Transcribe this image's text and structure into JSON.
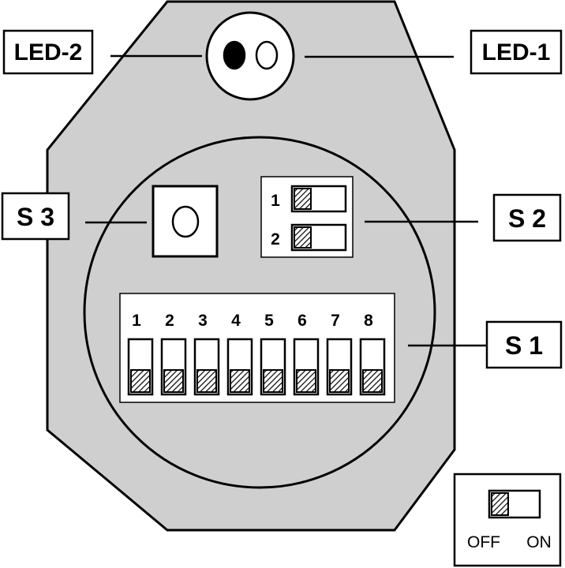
{
  "colors": {
    "housing": "#cfcfcf",
    "stroke": "#000000",
    "background": "#ffffff",
    "led_on": "#000000",
    "led_off": "#ffffff"
  },
  "callouts": {
    "led2": "LED-2",
    "led1": "LED-1",
    "s3": "S 3",
    "s2": "S 2",
    "s1": "S 1"
  },
  "s2": {
    "switches": [
      {
        "label": "1",
        "state": "OFF"
      },
      {
        "label": "2",
        "state": "OFF"
      }
    ]
  },
  "s1": {
    "switches": [
      {
        "label": "1",
        "state": "OFF"
      },
      {
        "label": "2",
        "state": "OFF"
      },
      {
        "label": "3",
        "state": "OFF"
      },
      {
        "label": "4",
        "state": "OFF"
      },
      {
        "label": "5",
        "state": "OFF"
      },
      {
        "label": "6",
        "state": "OFF"
      },
      {
        "label": "7",
        "state": "OFF"
      },
      {
        "label": "8",
        "state": "OFF"
      }
    ]
  },
  "legend": {
    "off_label": "OFF",
    "on_label": "ON"
  }
}
